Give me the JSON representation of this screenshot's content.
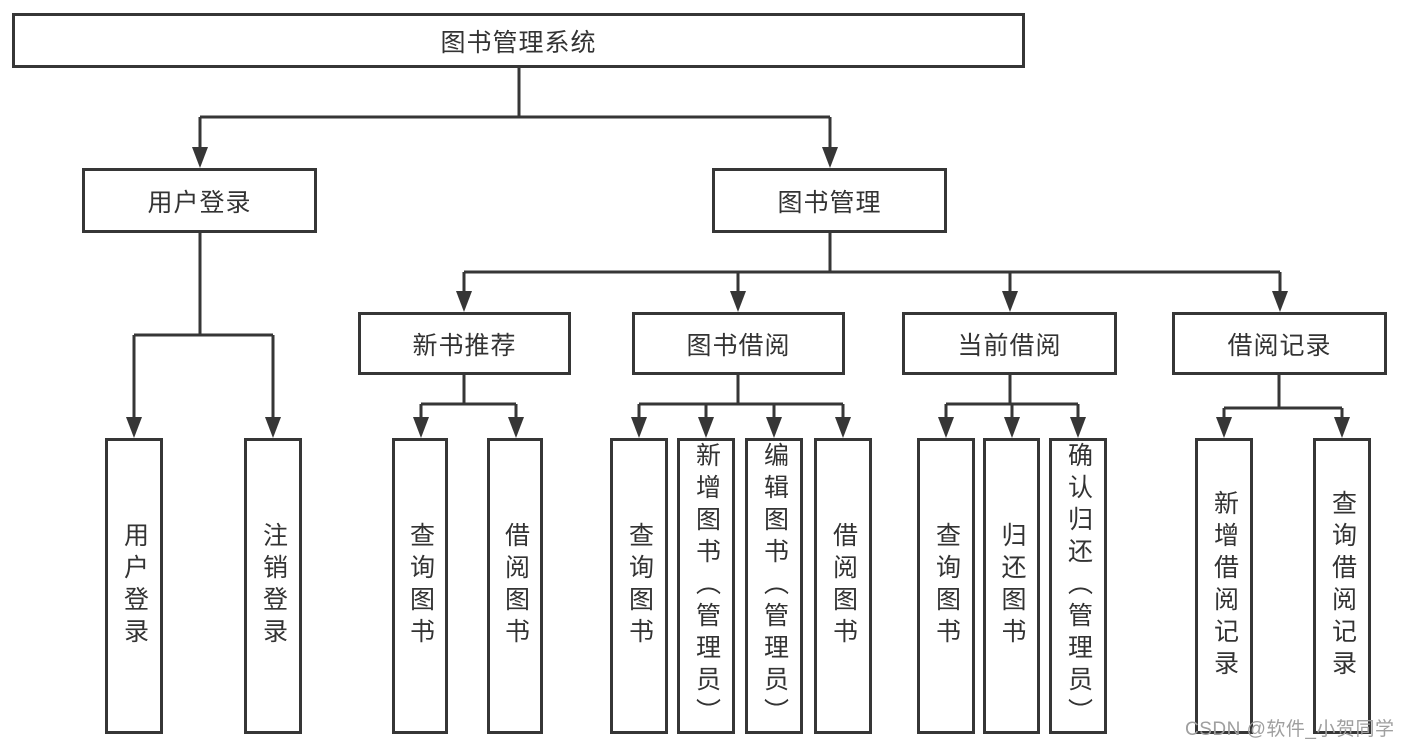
{
  "colors": {
    "line": "#363636",
    "text": "#333333",
    "watermark": "#9f9f9f",
    "background": "#ffffff"
  },
  "diagram": {
    "root": {
      "label": "图书管理系统"
    },
    "level2": [
      {
        "label": "用户登录"
      },
      {
        "label": "图书管理"
      }
    ],
    "level3": [
      {
        "label": "新书推荐"
      },
      {
        "label": "图书借阅"
      },
      {
        "label": "当前借阅"
      },
      {
        "label": "借阅记录"
      }
    ],
    "leaves": [
      {
        "label": "用户登录"
      },
      {
        "label": "注销登录"
      },
      {
        "label": "查询图书"
      },
      {
        "label": "借阅图书"
      },
      {
        "label": "查询图书"
      },
      {
        "label": "新增图书（管理员）"
      },
      {
        "label": "编辑图书（管理员）"
      },
      {
        "label": "借阅图书"
      },
      {
        "label": "查询图书"
      },
      {
        "label": "归还图书"
      },
      {
        "label": "确认归还（管理员）"
      },
      {
        "label": "新增借阅记录"
      },
      {
        "label": "查询借阅记录"
      }
    ]
  },
  "watermark": {
    "text": "CSDN @软件_小贺同学"
  }
}
